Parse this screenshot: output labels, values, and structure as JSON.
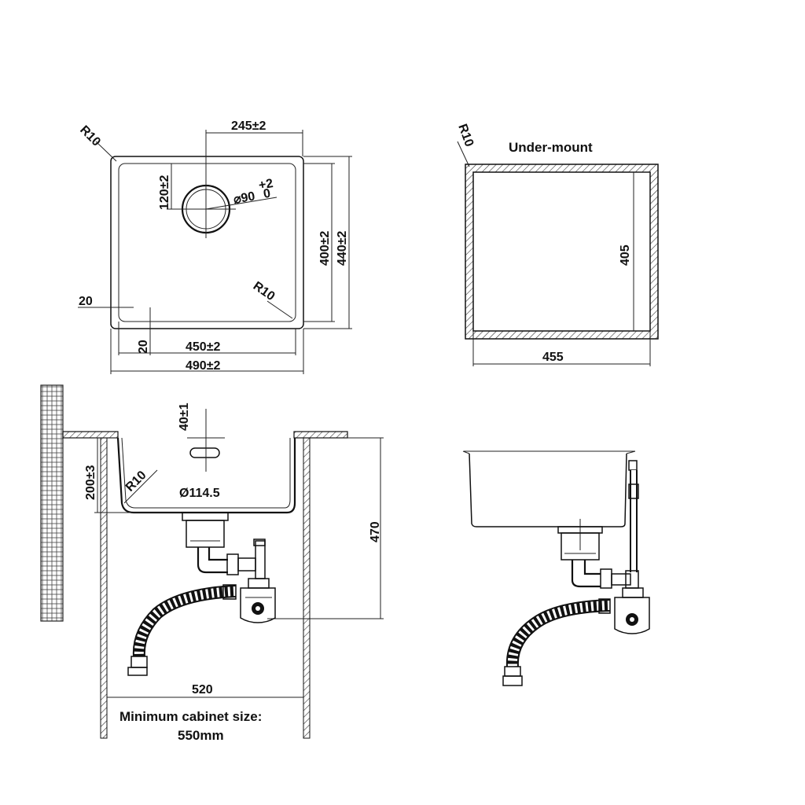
{
  "top_view": {
    "corner_radius_outer": "R10",
    "corner_radius_inner": "R10",
    "drain_spacing": "245±2",
    "drain_offset": "120±2",
    "drain_diameter": "⌀90",
    "drain_tol_plus": "+2",
    "drain_tol_zero": "0",
    "inner_length": "450±2",
    "outer_length": "490±2",
    "inner_width": "400±2",
    "outer_width": "440±2",
    "rim_left": "20",
    "rim_bottom": "20"
  },
  "undermount_view": {
    "title": "Under-mount",
    "corner_radius": "R10",
    "cutout_width": "455",
    "cutout_depth": "405"
  },
  "section_view": {
    "overflow_offset": "40±1",
    "bowl_depth": "200±3",
    "bottom_radius": "R10",
    "drain_diameter": "Ø114.5",
    "cabinet_depth": "470",
    "cabinet_inner_width": "520",
    "note_line1": "Minimum cabinet size:",
    "note_line2": "550mm"
  }
}
